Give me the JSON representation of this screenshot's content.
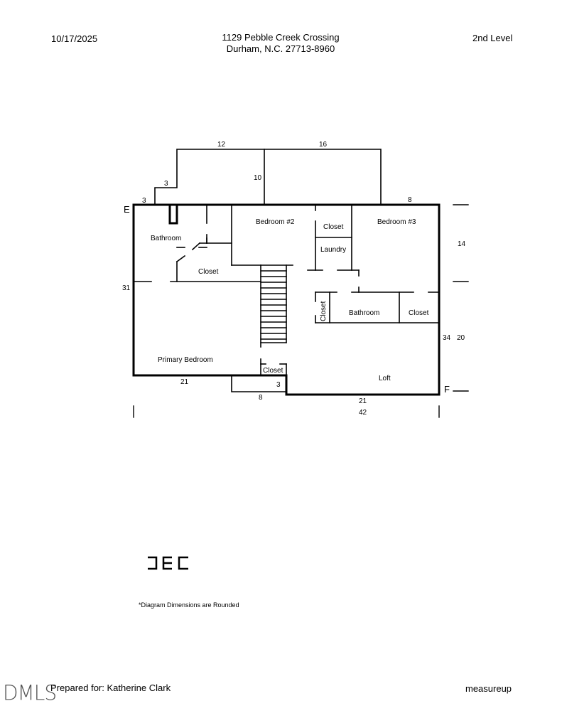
{
  "header": {
    "date": "10/17/2025",
    "address_line1": "1129 Pebble Creek Crossing",
    "address_line2": "Durham, N.C. 27713-8960",
    "level": "2nd Level"
  },
  "rooms": {
    "bathroom_1": "Bathroom",
    "closet_1": "Closet",
    "bedroom_2": "Bedroom #2",
    "closet_2": "Closet",
    "laundry": "Laundry",
    "bedroom_3": "Bedroom #3",
    "closet_vertical": "Closet",
    "bathroom_2": "Bathroom",
    "closet_3": "Closet",
    "primary_bedroom": "Primary Bedroom",
    "closet_4": "Closet",
    "loft": "Loft"
  },
  "dimensions": {
    "top_12": "12",
    "top_16": "16",
    "mid_10": "10",
    "step_3a": "3",
    "step_3b": "3",
    "right_8": "8",
    "right_14": "14",
    "left_31": "31",
    "right_34": "34",
    "right_20": "20",
    "bottom_21_left": "21",
    "bottom_3": "3",
    "bottom_8": "8",
    "bottom_21_right": "21",
    "total_42": "42"
  },
  "corners": {
    "e": "E",
    "f": "F"
  },
  "compass_logo": "ƎEC",
  "note": "*Diagram Dimensions are Rounded",
  "footer": {
    "prepared_for": "Prepared for: Katherine Clark",
    "brand": "measureup",
    "watermark": "DMLS"
  }
}
